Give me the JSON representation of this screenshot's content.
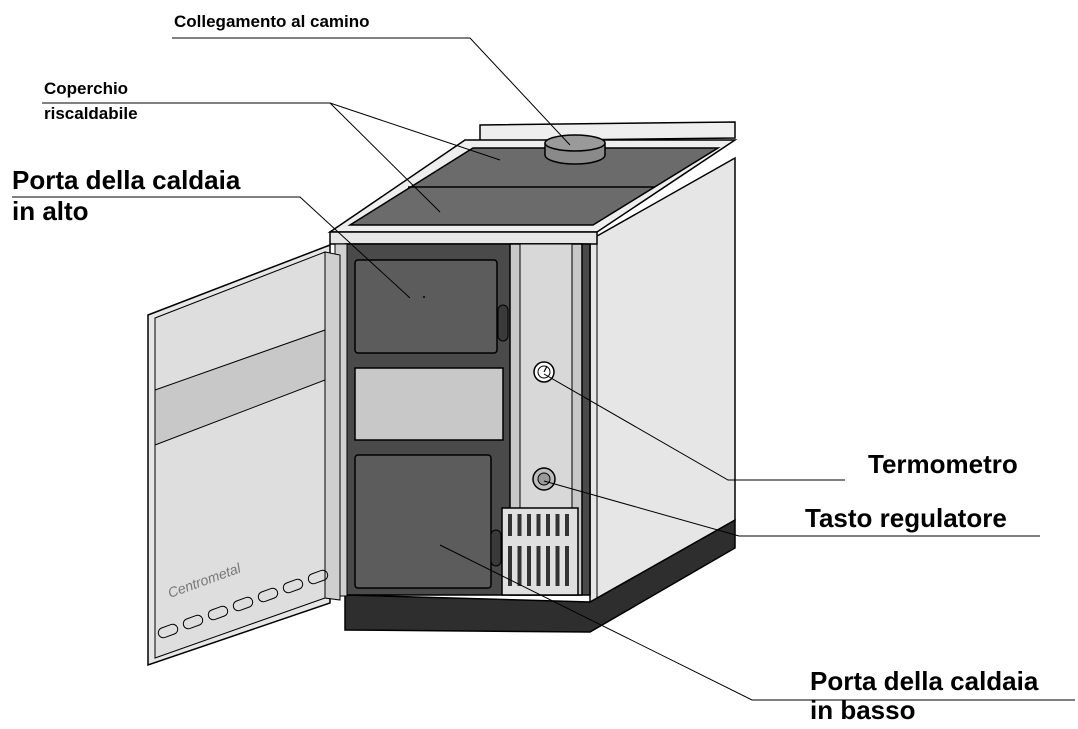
{
  "labels": {
    "chimney": "Collegamento al camino",
    "lid_line1": "Coperchio",
    "lid_line2": "riscaldabile",
    "upper_door_line1": "Porta della caldaia",
    "upper_door_line2": "in alto",
    "thermometer": "Termometro",
    "regulator": "Tasto regulatore",
    "lower_door_line1": "Porta della caldaia",
    "lower_door_line2": "in basso"
  },
  "door_brand": "Centrometal",
  "colors": {
    "outline": "#000000",
    "panel_light": "#e6e6e6",
    "panel_mid": "#c8c8c8",
    "hob_dark": "#6b6b6b",
    "door_dark": "#4a4a4a",
    "plinth": "#2e2e2e"
  }
}
